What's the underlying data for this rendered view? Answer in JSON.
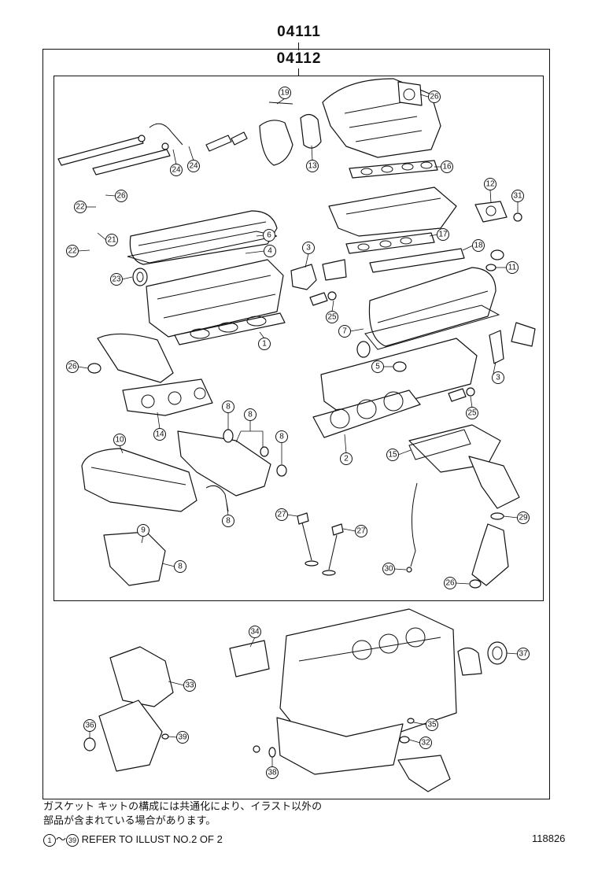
{
  "header": {
    "kit_number_top": "04111",
    "kit_number_sub": "04112"
  },
  "notes": {
    "japanese_line1": "ガスケット キットの構成には共通化により、イラスト以外の",
    "japanese_line2": "部品が含まれている場合があります。",
    "range_start": "1",
    "range_tilde": "～",
    "range_end": "39",
    "refer_text": "REFER TO ILLUST NO.2 OF 2"
  },
  "figure_number": "118826",
  "callouts": [
    "19",
    "26",
    "24",
    "24",
    "13",
    "16",
    "26",
    "22",
    "21",
    "22",
    "6",
    "4",
    "23",
    "3",
    "12",
    "31",
    "17",
    "18",
    "11",
    "25",
    "1",
    "7",
    "26",
    "5",
    "3",
    "8",
    "8",
    "14",
    "8",
    "25",
    "2",
    "15",
    "10",
    "9",
    "8",
    "8",
    "27",
    "27",
    "29",
    "30",
    "26",
    "34",
    "37",
    "33",
    "35",
    "36",
    "39",
    "32",
    "38"
  ]
}
